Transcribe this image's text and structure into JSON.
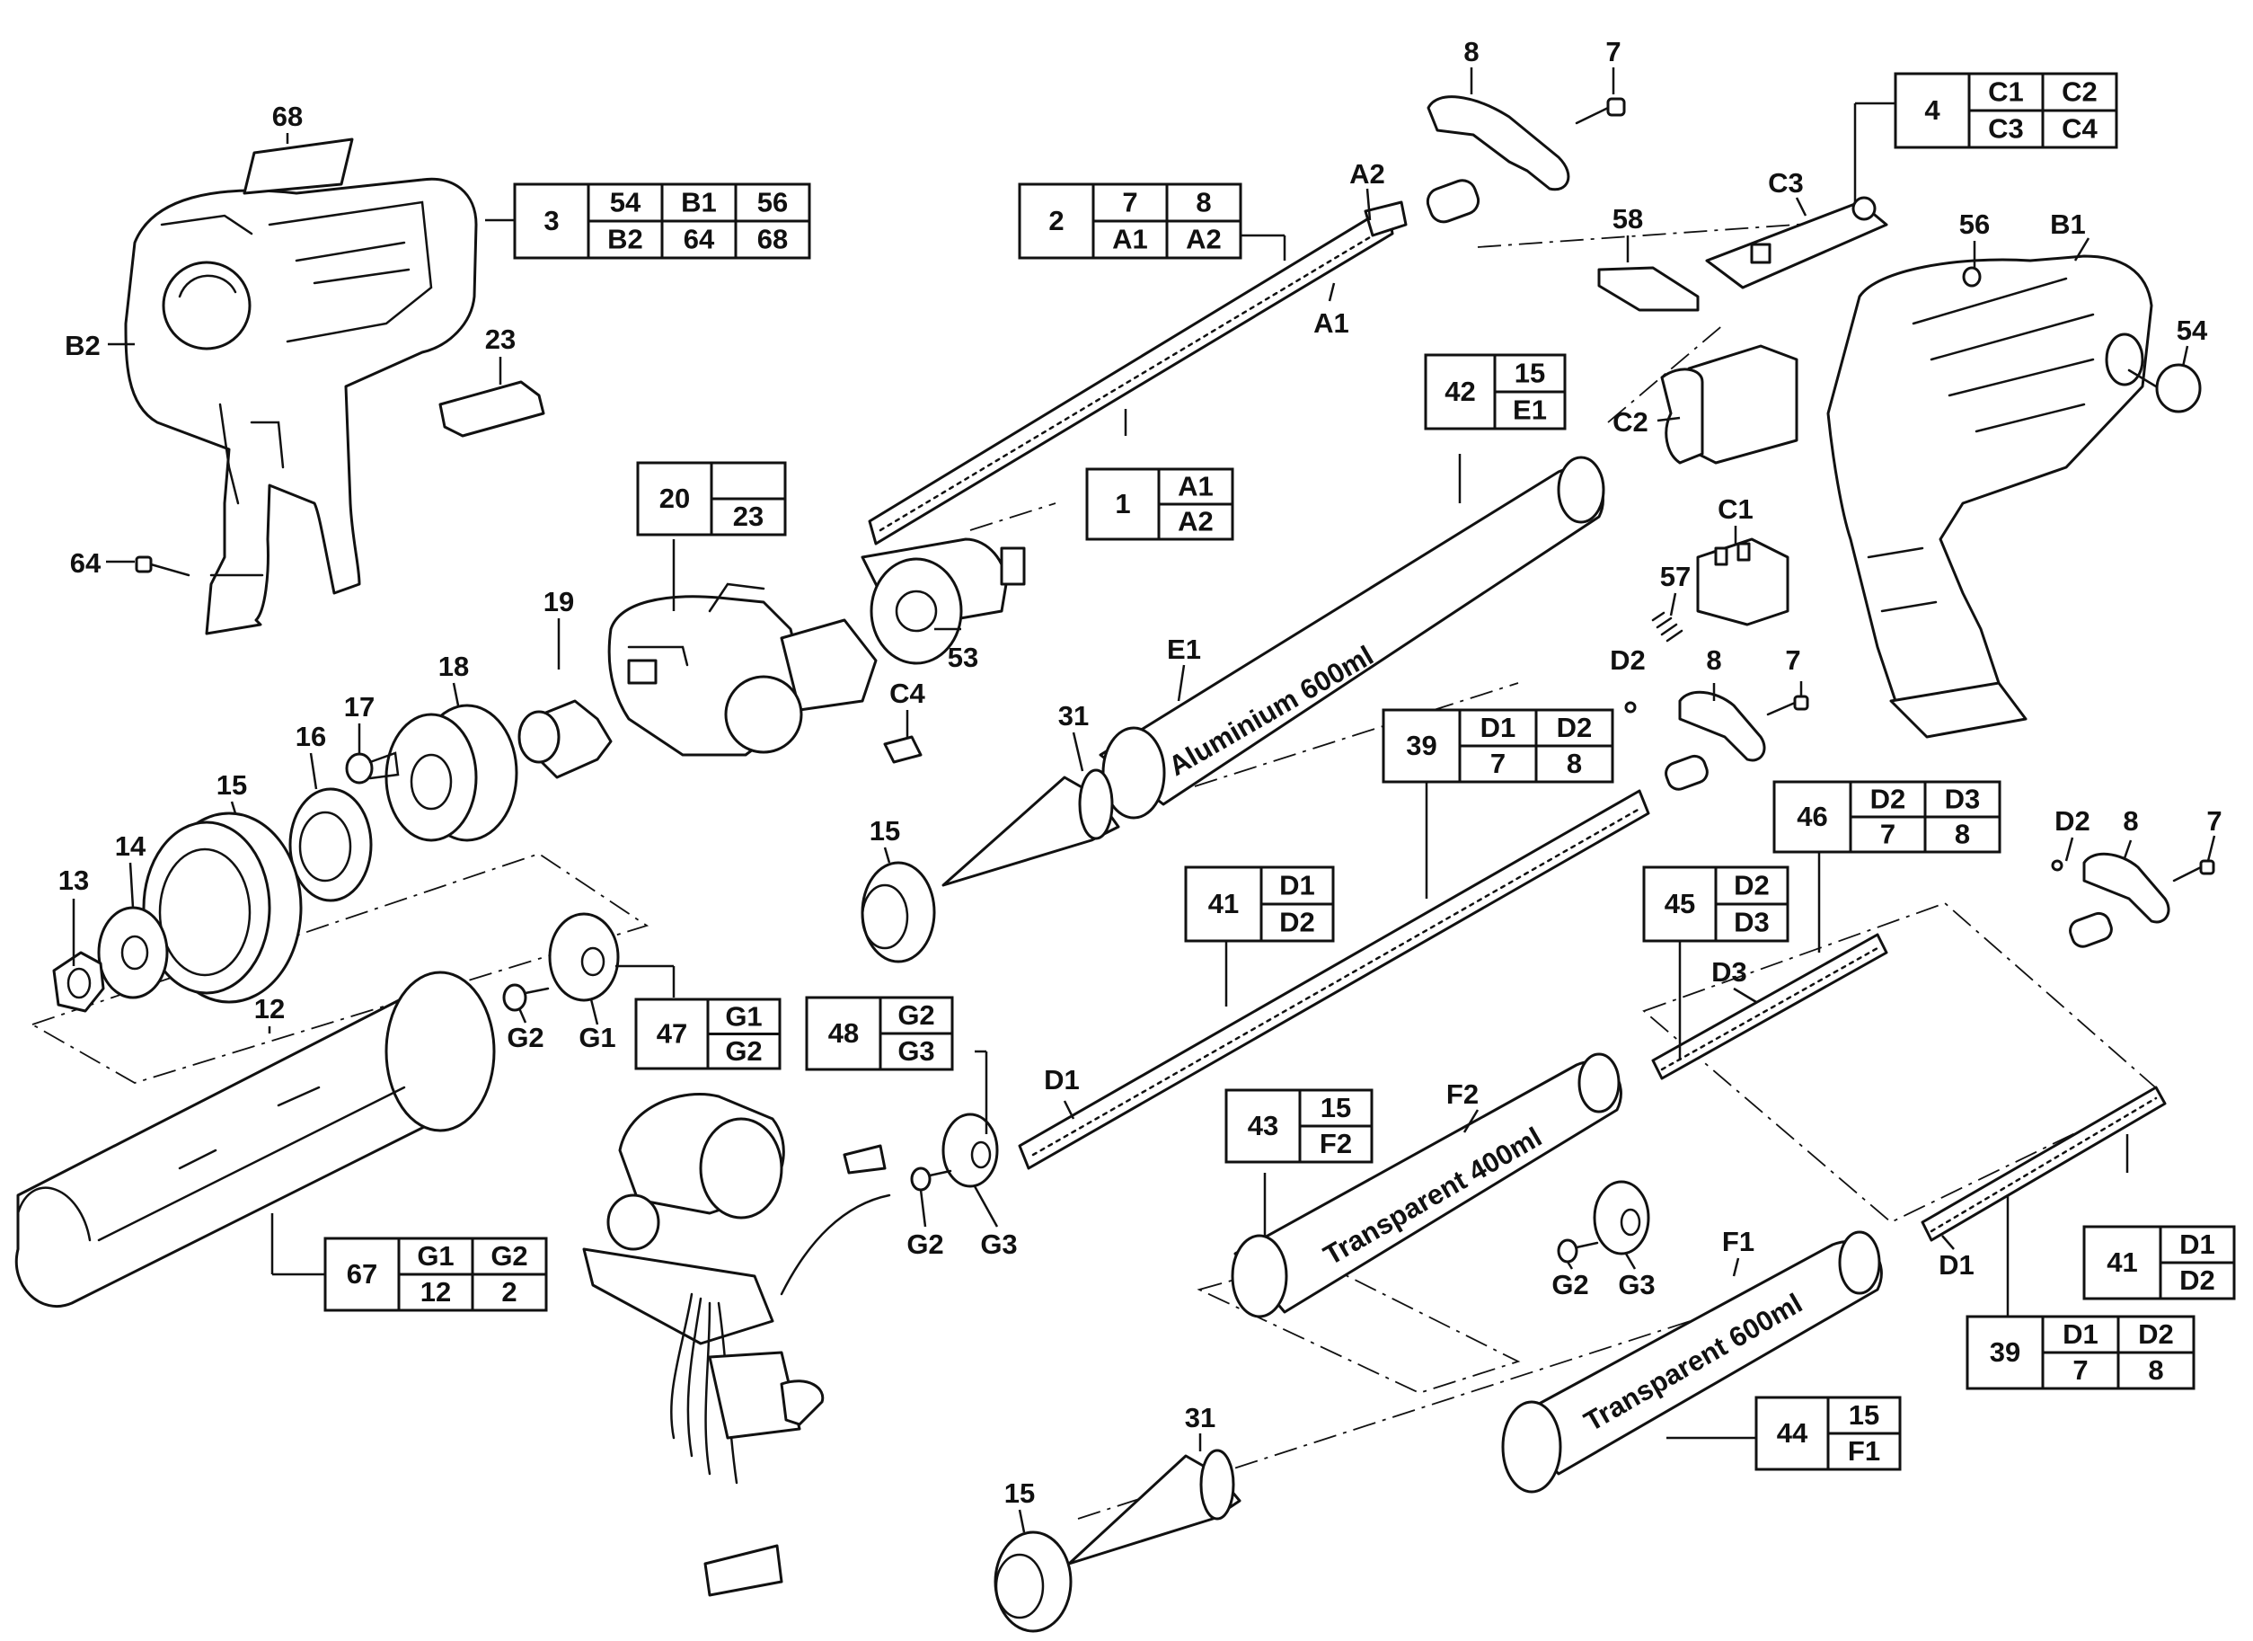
{
  "part_labels": {
    "l68": "68",
    "l8a": "8",
    "l7a": "7",
    "lA2": "A2",
    "lC3": "C3",
    "l58": "58",
    "l56": "56",
    "lB1": "B1",
    "lB2": "B2",
    "l23": "23",
    "lA1": "A1",
    "l54": "54",
    "lC2": "C2",
    "l64": "64",
    "lC1": "C1",
    "l57": "57",
    "l19": "19",
    "l53": "53",
    "l18": "18",
    "lE1": "E1",
    "lD2a": "D2",
    "l8b": "8",
    "l7b": "7",
    "l17": "17",
    "lC4": "C4",
    "l31a": "31",
    "l16": "16",
    "l15a": "15",
    "l15b": "15",
    "l13": "13",
    "l14": "14",
    "lD2b": "D2",
    "l8c": "8",
    "l7c": "7",
    "l12": "12",
    "lG2a": "G2",
    "lG1": "G1",
    "lD3": "D3",
    "lD1a": "D1",
    "lF2": "F2",
    "lG2b": "G2",
    "lG3a": "G3",
    "lG2c": "G2",
    "lG3b": "G3",
    "lF1": "F1",
    "lD1b": "D1",
    "l31b": "31",
    "l15c": "15"
  },
  "callouts": [
    {
      "id": "3",
      "cells": [
        [
          "54",
          "B1",
          "56"
        ],
        [
          "B2",
          "64",
          "68"
        ]
      ]
    },
    {
      "id": "2",
      "cells": [
        [
          "7",
          "8"
        ],
        [
          "A1",
          "A2"
        ]
      ]
    },
    {
      "id": "4",
      "cells": [
        [
          "C1",
          "C2"
        ],
        [
          "C3",
          "C4"
        ]
      ]
    },
    {
      "id": "42",
      "cells": [
        [
          "15"
        ],
        [
          "E1"
        ]
      ]
    },
    {
      "id": "1",
      "cells": [
        [
          "A1"
        ],
        [
          "A2"
        ]
      ]
    },
    {
      "id": "20",
      "cells": [
        [
          ""
        ],
        [
          "23"
        ]
      ]
    },
    {
      "id": "39",
      "cells": [
        [
          "D1",
          "D2"
        ],
        [
          "7",
          "8"
        ]
      ]
    },
    {
      "id": "46",
      "cells": [
        [
          "D2",
          "D3"
        ],
        [
          "7",
          "8"
        ]
      ]
    },
    {
      "id": "45",
      "cells": [
        [
          "D2"
        ],
        [
          "D3"
        ]
      ]
    },
    {
      "id": "41",
      "cells": [
        [
          "D1"
        ],
        [
          "D2"
        ]
      ]
    },
    {
      "id": "47",
      "cells": [
        [
          "G1"
        ],
        [
          "G2"
        ]
      ]
    },
    {
      "id": "48",
      "cells": [
        [
          "G2"
        ],
        [
          "G3"
        ]
      ]
    },
    {
      "id": "43",
      "cells": [
        [
          "15"
        ],
        [
          "F2"
        ]
      ]
    },
    {
      "id": "67",
      "cells": [
        [
          "G1",
          "G2"
        ],
        [
          "12",
          "2"
        ]
      ]
    },
    {
      "id": "41",
      "cells": [
        [
          "D1"
        ],
        [
          "D2"
        ]
      ]
    },
    {
      "id": "39",
      "cells": [
        [
          "D1",
          "D2"
        ],
        [
          "7",
          "8"
        ]
      ]
    },
    {
      "id": "44",
      "cells": [
        [
          "15"
        ],
        [
          "F1"
        ]
      ]
    }
  ],
  "tube_labels": {
    "aluminium": "Aluminium 600ml",
    "transparent400": "Transparent 400ml",
    "transparent600": "Transparent 600ml"
  }
}
